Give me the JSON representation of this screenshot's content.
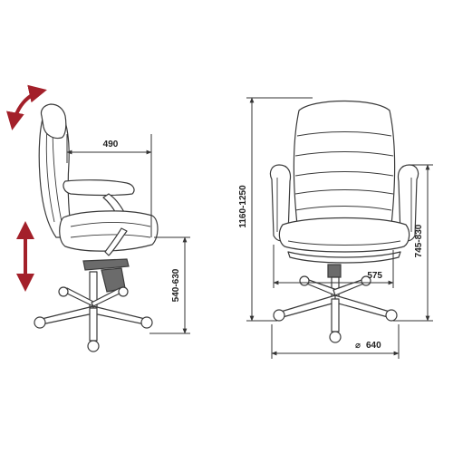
{
  "dimensions": {
    "seat_depth": "490",
    "seat_height": "540-630",
    "total_height": "1160-1250",
    "armrest_height": "745-830",
    "seat_width": "575",
    "base_diameter": "640"
  },
  "symbols": {
    "diameter": "⌀"
  },
  "colors": {
    "arrow": "#a3202a",
    "line": "#333333"
  }
}
